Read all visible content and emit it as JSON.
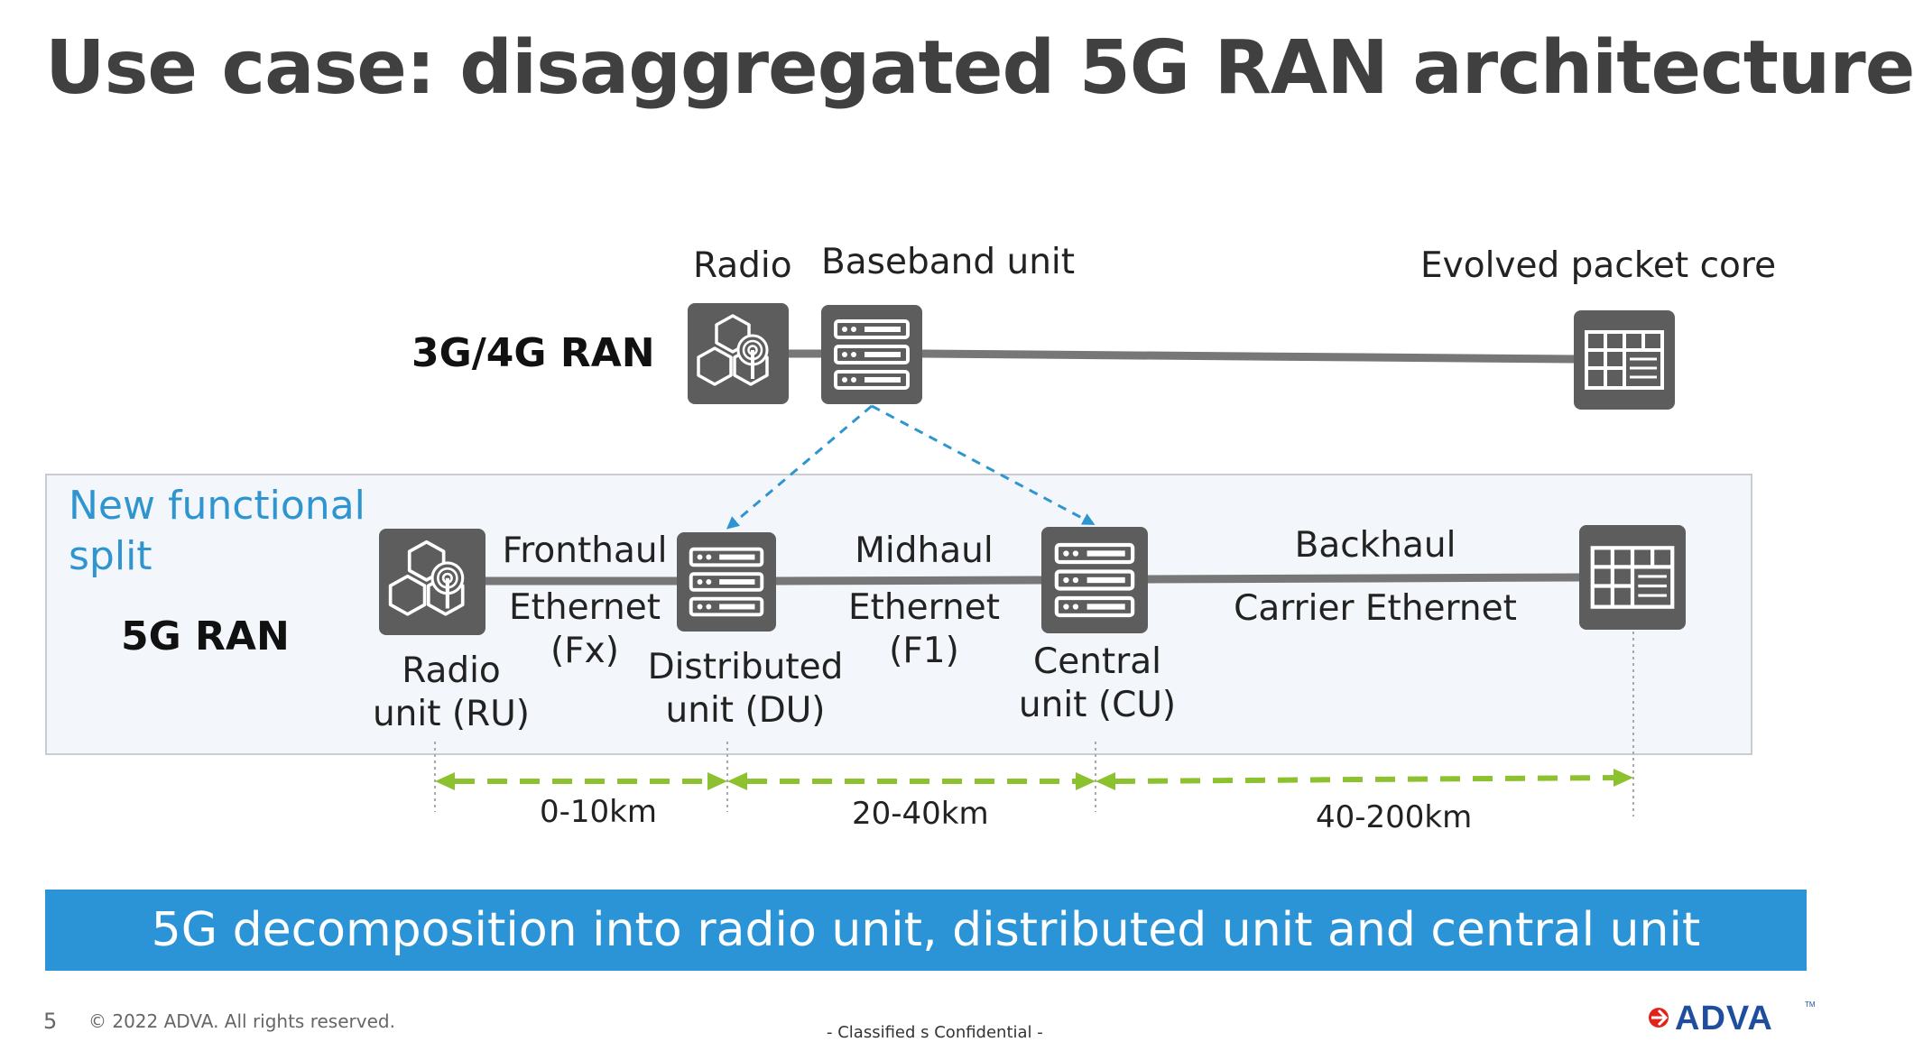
{
  "slide": {
    "title": "Use case: disaggregated 5G RAN architecture",
    "banner": "5G decomposition into radio unit, distributed unit and central unit",
    "page_number": "5",
    "copyright": "© 2022 ADVA. All rights reserved.",
    "classification": "- Classified s Confidential -",
    "logo_text": "ADVA",
    "logo_tm": "TM"
  },
  "ran_4g": {
    "label": "3G/4G RAN",
    "radio_label": "Radio",
    "baseband_label": "Baseband unit",
    "core_label": "Evolved packet core"
  },
  "split": {
    "label_line1": "New functional",
    "label_line2": "split"
  },
  "ran_5g": {
    "label": "5G RAN",
    "ru_line1": "Radio",
    "ru_line2": "unit (RU)",
    "du_line1": "Distributed",
    "du_line2": "unit (DU)",
    "cu_line1": "Central",
    "cu_line2": "unit (CU)",
    "fronthaul": "Fronthaul",
    "fronthaul_eth": "Ethernet",
    "fronthaul_if": "(Fx)",
    "midhaul": "Midhaul",
    "midhaul_eth": "Ethernet",
    "midhaul_if": "(F1)",
    "backhaul": "Backhaul",
    "backhaul_eth": "Carrier Ethernet"
  },
  "distances": {
    "d1": "0-10km",
    "d2": "20-40km",
    "d3": "40-200km"
  },
  "colors": {
    "icon_bg": "#5d5d5d",
    "split_text": "#2e95d1",
    "banner_bg": "#2a94d6",
    "distance_arrow": "#8dc12f",
    "dashed_arrow": "#2e95d1",
    "logo_red": "#e2231a",
    "logo_blue": "#1f4e9e"
  },
  "icons": {
    "radio": "radio-hexagon-icon",
    "baseband": "server-rack-icon",
    "core": "table-grid-icon"
  }
}
